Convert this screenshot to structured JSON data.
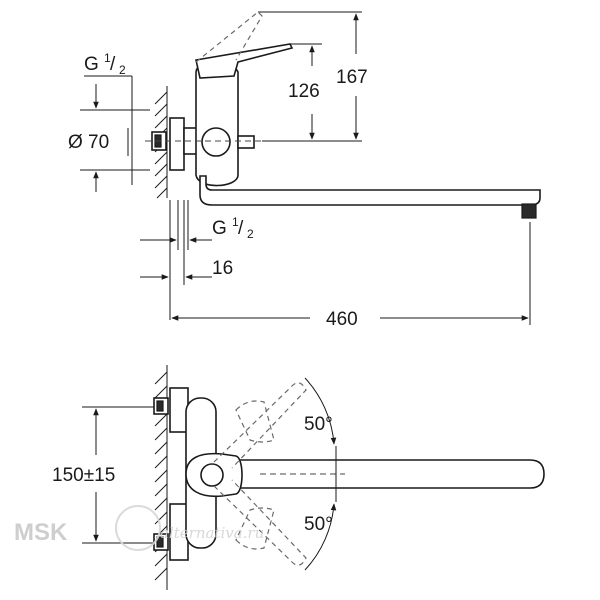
{
  "top_view": {
    "thread_top": {
      "base": "G",
      "sup": "1",
      "sub": "2"
    },
    "diameter": "Ø 70",
    "thread_bottom": {
      "base": "G",
      "sup": "1",
      "sub": "2"
    },
    "dim_126": "126",
    "dim_167": "167",
    "dim_16": "16",
    "dim_460": "460"
  },
  "bottom_view": {
    "dim_150": "150±15",
    "angle_top": "50°",
    "angle_bottom": "50°"
  },
  "watermark": {
    "brand": "MSK",
    "script": "alternativa.ru"
  }
}
